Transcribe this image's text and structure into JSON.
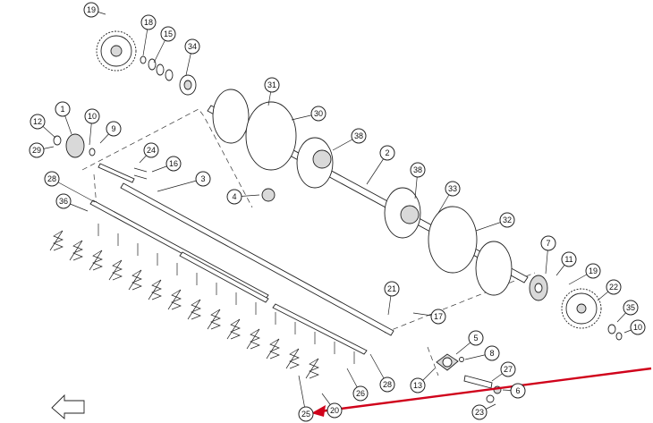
{
  "diagram": {
    "callouts": [
      {
        "label": "19"
      },
      {
        "label": "18"
      },
      {
        "label": "15"
      },
      {
        "label": "34"
      },
      {
        "label": "31"
      },
      {
        "label": "30"
      },
      {
        "label": "1"
      },
      {
        "label": "10"
      },
      {
        "label": "12"
      },
      {
        "label": "9"
      },
      {
        "label": "29"
      },
      {
        "label": "38"
      },
      {
        "label": "24"
      },
      {
        "label": "2"
      },
      {
        "label": "16"
      },
      {
        "label": "28"
      },
      {
        "label": "3"
      },
      {
        "label": "38"
      },
      {
        "label": "36"
      },
      {
        "label": "4"
      },
      {
        "label": "33"
      },
      {
        "label": "32"
      },
      {
        "label": "7"
      },
      {
        "label": "11"
      },
      {
        "label": "19"
      },
      {
        "label": "22"
      },
      {
        "label": "21"
      },
      {
        "label": "17"
      },
      {
        "label": "35"
      },
      {
        "label": "10"
      },
      {
        "label": "5"
      },
      {
        "label": "8"
      },
      {
        "label": "27"
      },
      {
        "label": "13"
      },
      {
        "label": "28"
      },
      {
        "label": "26"
      },
      {
        "label": "6"
      },
      {
        "label": "20"
      },
      {
        "label": "23"
      },
      {
        "label": "25"
      }
    ],
    "arrow_color": "#d0021b"
  }
}
